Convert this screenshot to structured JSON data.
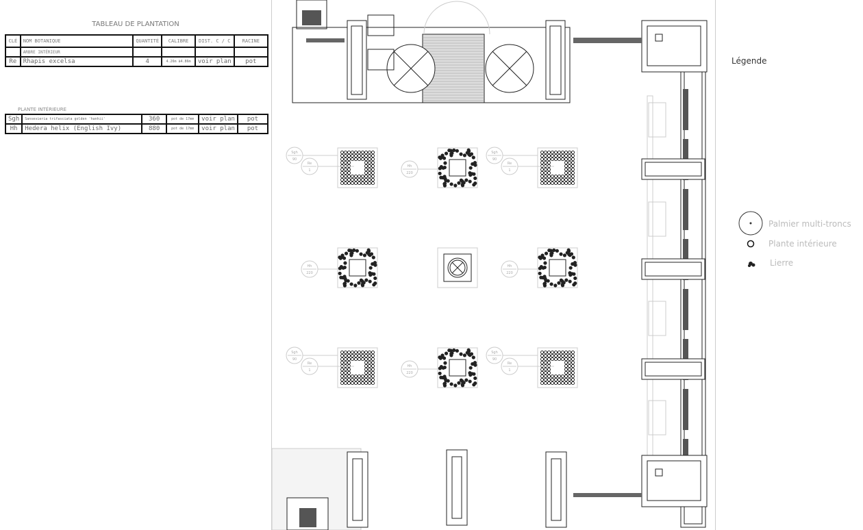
{
  "table": {
    "title": "TABLEAU DE PLANTATION",
    "headers": [
      "CLÉ",
      "NOM BOTANIQUE",
      "QUANTITÉ",
      "CALIBRE",
      "DIST. C / C",
      "RACINE"
    ],
    "section1": "ARBRE INTÉRIEUR",
    "rows1": [
      [
        "Re",
        "Rhapis excelsa",
        "4",
        "4.26m à4.86m",
        "voir plan",
        "pot"
      ]
    ],
    "section2": "PLANTE INTÉRIEURE",
    "rows2": [
      [
        "Sgh",
        "Sansevieria trifasciata golden 'hanhii'",
        "360",
        "pot de 17mm",
        "voir plan",
        "pot"
      ],
      [
        "Hh",
        "Hedera helix (English Ivy)",
        "880",
        "pot de 17mm",
        "voir plan",
        "pot"
      ]
    ]
  },
  "plan": {
    "planters": [
      [
        "sansevieria",
        "ivy",
        "sansevieria"
      ],
      [
        "ivy",
        "palm",
        "ivy"
      ],
      [
        "sansevieria",
        "ivy",
        "sansevieria"
      ]
    ],
    "tags": {
      "sgh": [
        "Sgh",
        "90"
      ],
      "re": [
        "Re",
        "1"
      ],
      "hh": [
        "Hh",
        "220"
      ]
    }
  },
  "legend": {
    "title": "Légende",
    "items": [
      {
        "label": "Palmier multi-troncs",
        "icon": "palm"
      },
      {
        "label": "Plante intérieure",
        "icon": "circle"
      },
      {
        "label": "Lierre",
        "icon": "ivy"
      }
    ]
  }
}
